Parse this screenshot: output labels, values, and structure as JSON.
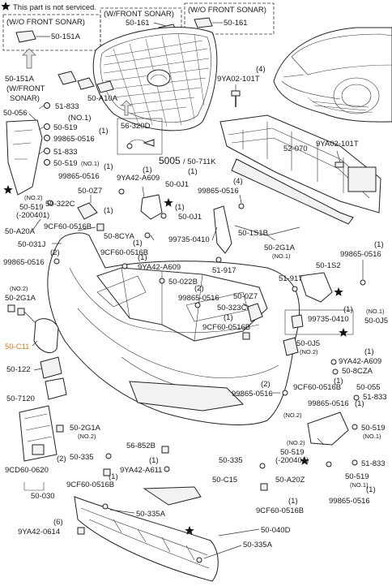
{
  "notice": {
    "icon": "star-icon",
    "text": "This part is not serviced."
  },
  "boxes": {
    "front_sonar_left_title": "(W/O FRONT SONAR)",
    "front_sonar_left_label": "50-151A",
    "w_front_sonar_title": "(W/FRONT SONAR)",
    "wo_front_sonar_right_title": "(W/O FRONT SONAR)",
    "wo_front_sonar_right_label": "50-161",
    "clip_box_label": "56-320D"
  },
  "labels": [
    {
      "id": "l1",
      "text": "50-161"
    },
    {
      "id": "l2",
      "text": "50-151A"
    },
    {
      "id": "l3",
      "text": "(W/FRONT"
    },
    {
      "id": "l4",
      "text": "SONAR)"
    },
    {
      "id": "l5",
      "text": "50-A10A"
    },
    {
      "id": "l6",
      "text": "(4)"
    },
    {
      "id": "l7",
      "text": "9YA02-101T"
    },
    {
      "id": "l8",
      "text": "50-056"
    },
    {
      "id": "l9",
      "text": "51-833"
    },
    {
      "id": "l10",
      "text": "(NO.1)"
    },
    {
      "id": "l11",
      "text": "50-519"
    },
    {
      "id": "l12",
      "text": "(1)"
    },
    {
      "id": "l13",
      "text": "99865-0516"
    },
    {
      "id": "l14",
      "text": "51-833"
    },
    {
      "id": "l15",
      "text": "50-519"
    },
    {
      "id": "l16",
      "text": "(NO.1)"
    },
    {
      "id": "l17",
      "text": "(1)"
    },
    {
      "id": "l18",
      "text": "99865-0516"
    },
    {
      "id": "l19",
      "text": "52-070"
    },
    {
      "id": "l20",
      "text": "9YA02-101T"
    },
    {
      "id": "l21",
      "text": "5005"
    },
    {
      "id": "l22",
      "text": "/ 50-711K"
    },
    {
      "id": "l23",
      "text": "(1)"
    },
    {
      "id": "l24",
      "text": "9YA42-A609"
    },
    {
      "id": "l25",
      "text": "(1)"
    },
    {
      "id": "l26",
      "text": "50-0J1"
    },
    {
      "id": "l27",
      "text": "(4)"
    },
    {
      "id": "l28",
      "text": "99865-0516"
    },
    {
      "id": "l29",
      "text": "(NO.2)"
    },
    {
      "id": "l30",
      "text": "50-519"
    },
    {
      "id": "l31",
      "text": "(-200401)"
    },
    {
      "id": "l32",
      "text": "50-322C"
    },
    {
      "id": "l33",
      "text": "50-0Z7"
    },
    {
      "id": "l34",
      "text": "(1)"
    },
    {
      "id": "l35",
      "text": "9CF60-0516B"
    },
    {
      "id": "l36",
      "text": "50-A20A"
    },
    {
      "id": "l37",
      "text": "50-8CYA"
    },
    {
      "id": "l38",
      "text": "(1)"
    },
    {
      "id": "l39",
      "text": "50-0J1"
    },
    {
      "id": "l40",
      "text": "99735-0410"
    },
    {
      "id": "l41",
      "text": "50-1S1B"
    },
    {
      "id": "l42",
      "text": "50-031J"
    },
    {
      "id": "l43",
      "text": "(2)"
    },
    {
      "id": "l44",
      "text": "99865-0516"
    },
    {
      "id": "l45",
      "text": "(1)"
    },
    {
      "id": "l46",
      "text": "9CF60-0516B"
    },
    {
      "id": "l47",
      "text": "(1)"
    },
    {
      "id": "l48",
      "text": "9YA42-A609"
    },
    {
      "id": "l49",
      "text": "50-2G1A"
    },
    {
      "id": "l50",
      "text": "(NO.1)"
    },
    {
      "id": "l51",
      "text": "51-917"
    },
    {
      "id": "l52",
      "text": "50-1S2"
    },
    {
      "id": "l53",
      "text": "(1)"
    },
    {
      "id": "l54",
      "text": "99865-0516"
    },
    {
      "id": "l55",
      "text": "(NO.2)"
    },
    {
      "id": "l56",
      "text": "50-2G1A"
    },
    {
      "id": "l57",
      "text": "50-022B"
    },
    {
      "id": "l58",
      "text": "(2)"
    },
    {
      "id": "l59",
      "text": "99865-0516"
    },
    {
      "id": "l60",
      "text": "51-917"
    },
    {
      "id": "l61",
      "text": "50-0Z7"
    },
    {
      "id": "l62",
      "text": "50-323C"
    },
    {
      "id": "l63",
      "text": "(1)"
    },
    {
      "id": "l64",
      "text": "9CF60-0516B"
    },
    {
      "id": "l65",
      "text": "(1)"
    },
    {
      "id": "l66",
      "text": "99735-0410"
    },
    {
      "id": "l67",
      "text": "(NO.1)"
    },
    {
      "id": "l68",
      "text": "50-0J5"
    },
    {
      "id": "l69",
      "text": "50-C11"
    },
    {
      "id": "l70",
      "text": "50-0J5"
    },
    {
      "id": "l71",
      "text": "(NO.2)"
    },
    {
      "id": "l72",
      "text": "(1)"
    },
    {
      "id": "l73",
      "text": "9YA42-A609"
    },
    {
      "id": "l74",
      "text": "50-8CZA"
    },
    {
      "id": "l75",
      "text": "50-122"
    },
    {
      "id": "l76",
      "text": "(1)"
    },
    {
      "id": "l77",
      "text": "9CF60-0516B"
    },
    {
      "id": "l78",
      "text": "50-055"
    },
    {
      "id": "l79",
      "text": "51-833"
    },
    {
      "id": "l80",
      "text": "50-7120"
    },
    {
      "id": "l81",
      "text": "(2)"
    },
    {
      "id": "l82",
      "text": "99865-0516"
    },
    {
      "id": "l83",
      "text": "(1)"
    },
    {
      "id": "l84",
      "text": "99865-0516"
    },
    {
      "id": "l85",
      "text": "50-519"
    },
    {
      "id": "l86",
      "text": "(NO.1)"
    },
    {
      "id": "l87",
      "text": "(NO.2)"
    },
    {
      "id": "l88",
      "text": "50-2G1A"
    },
    {
      "id": "l89",
      "text": "(NO.2)"
    },
    {
      "id": "l90",
      "text": "50-335"
    },
    {
      "id": "l91",
      "text": "56-852B"
    },
    {
      "id": "l92",
      "text": "(1)"
    },
    {
      "id": "l93",
      "text": "9YA42-A611"
    },
    {
      "id": "l94",
      "text": "(NO.2)"
    },
    {
      "id": "l95",
      "text": "50-519"
    },
    {
      "id": "l96",
      "text": "(-200401)"
    },
    {
      "id": "l97",
      "text": "50-A20Z"
    },
    {
      "id": "l98",
      "text": "51-833"
    },
    {
      "id": "l99",
      "text": "(2)"
    },
    {
      "id": "l100",
      "text": "9CD60-0620"
    },
    {
      "id": "l101",
      "text": "(1)"
    },
    {
      "id": "l102",
      "text": "9CF60-0516B"
    },
    {
      "id": "l103",
      "text": "50-335"
    },
    {
      "id": "l104",
      "text": "50-C15"
    },
    {
      "id": "l105",
      "text": "50-519"
    },
    {
      "id": "l106",
      "text": "(NO.1)"
    },
    {
      "id": "l107",
      "text": "50-030"
    },
    {
      "id": "l108",
      "text": "(1)"
    },
    {
      "id": "l109",
      "text": "9CF60-0516B"
    },
    {
      "id": "l110",
      "text": "(1)"
    },
    {
      "id": "l111",
      "text": "99865-0516"
    },
    {
      "id": "l112",
      "text": "50-335A"
    },
    {
      "id": "l113",
      "text": "(6)"
    },
    {
      "id": "l114",
      "text": "9YA42-0614"
    },
    {
      "id": "l115",
      "text": "50-040D"
    },
    {
      "id": "l116",
      "text": "50-335A"
    }
  ],
  "highlight_color": "#e07b1c"
}
